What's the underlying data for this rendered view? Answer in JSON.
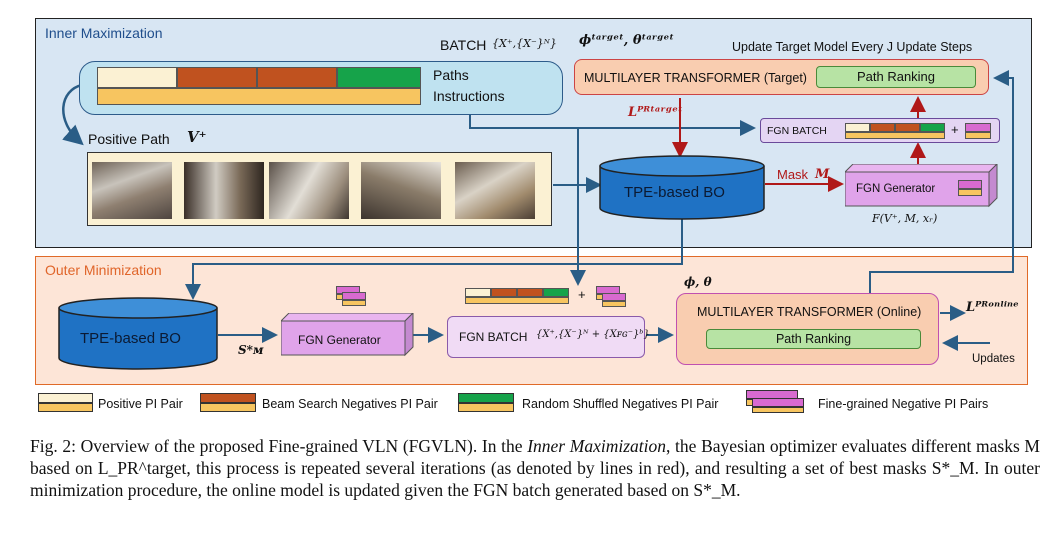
{
  "regions": {
    "inner_title": "Inner Maximization",
    "outer_title": "Outer Minimization"
  },
  "batch": {
    "label": "BATCH",
    "set": "{X⁺,{X⁻}ᴺ}",
    "paths_label": "Paths",
    "instructions_label": "Instructions"
  },
  "params": {
    "target": "ϕᵗᵃʳᵍᵉᵗ, θᵗᵃʳᵍᵉᵗ",
    "online": "ϕ, θ"
  },
  "update_note": "Update Target Model Every J Update Steps",
  "target_transformer": {
    "label": "MULTILAYER TRANSFORMER (Target)",
    "ranking": "Path Ranking"
  },
  "positive_path": {
    "label": "Positive Path",
    "symbol": "V⁺"
  },
  "loss": {
    "target": "Lᴾᴿᵗᵃʳᵍᵉᵗ",
    "online": "Lᴾᴿᵒⁿˡⁱⁿᵉ",
    "updates": "Updates"
  },
  "fgn_batch_inner": {
    "label": "FGN BATCH",
    "plus": "+"
  },
  "bo": {
    "inner": "TPE-based BO",
    "outer": "TPE-based BO"
  },
  "mask": {
    "label": "Mask",
    "symbol": "M"
  },
  "fgn_generator_inner": {
    "label": "FGN Generator",
    "formula": "F(V⁺, M, xᵣ)"
  },
  "fgn_generator_outer": {
    "label": "FGN Generator"
  },
  "best_masks": "S*ᴍ",
  "fgn_batch_outer": {
    "label": "FGN BATCH",
    "set": "{X⁺,{X⁻}ᴺ + {Xꜰɢ⁻}ᵇ}",
    "plus": "+"
  },
  "online_transformer": {
    "label": "MULTILAYER TRANSFORMER (Online)",
    "ranking": "Path Ranking"
  },
  "legend": [
    {
      "label": "Positive PI Pair"
    },
    {
      "label": "Beam Search Negatives PI Pair"
    },
    {
      "label": "Random Shuffled Negatives PI Pair"
    },
    {
      "label": "Fine-grained Negative PI Pairs"
    }
  ],
  "caption": {
    "prefix": "Fig. 2: Overview of the proposed Fine-grained VLN (FGVLN). In the ",
    "emph": "Inner Maximization",
    "mid": ", the Bayesian optimizer evaluates different masks M based on L_PR^target, this process is repeated several iterations (as denoted by lines in red), and resulting a set of best masks S*_M. In outer minimization procedure, the online model is updated given the FGN batch generated based on S*_M."
  },
  "colors": {
    "inner_bg": "#d8e6f3",
    "outer_bg": "#fde5d7",
    "inner_title": "#1f4e8c",
    "outer_title": "#e0652a",
    "positive": "#fbf1d3",
    "instruction": "#f7c560",
    "beam": "#c0521f",
    "random": "#16a34a",
    "fg_negative": "#d86ad0",
    "bo": "#1f72c4",
    "red_arrow": "#b01818",
    "blue_arrow": "#2a5d86"
  }
}
